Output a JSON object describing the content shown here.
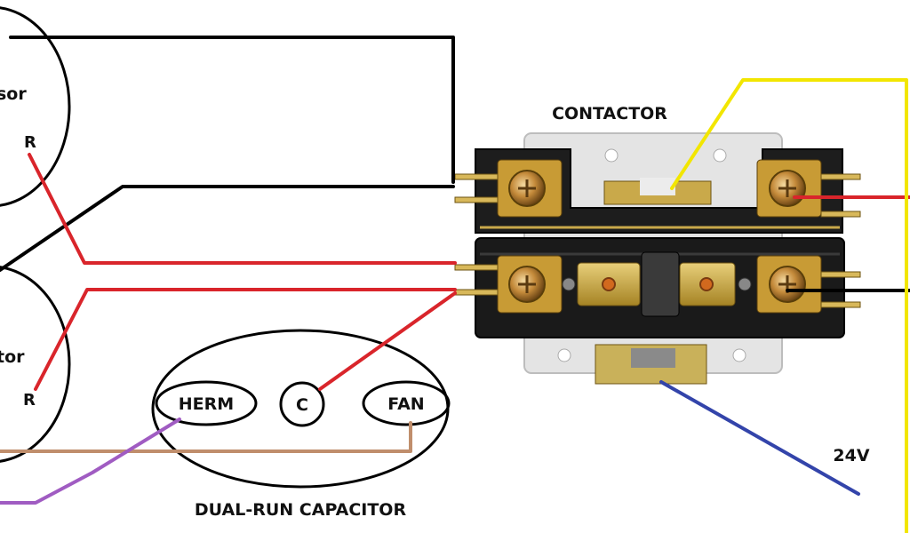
{
  "labels": {
    "compressor_partial": "sor",
    "compressor_r": "R",
    "fan_motor_partial": "tor",
    "fan_motor_r": "R",
    "contactor": "CONTACTOR",
    "herm": "HERM",
    "common": "C",
    "fan": "FAN",
    "capacitor": "DUAL-RUN CAPACITOR",
    "coil_voltage": "24V"
  },
  "colors": {
    "black_wire": "#000000",
    "red_wire": "#d9252b",
    "yellow_wire": "#f2e600",
    "blue_wire": "#3344aa",
    "purple_wire": "#a05cc2",
    "brown_wire": "#c08e6c"
  }
}
